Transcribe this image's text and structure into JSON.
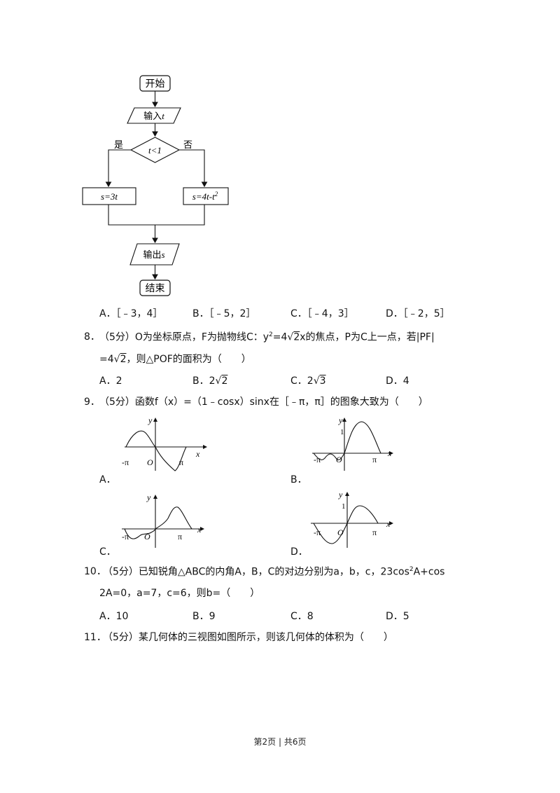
{
  "flowchart": {
    "start": "开始",
    "input": "输入",
    "input_var": "t",
    "cond": "t<1",
    "yes": "是",
    "no": "否",
    "yes_formula": "s=3t",
    "no_formula": "s=4t-t",
    "no_formula_exp": "2",
    "output": "输出",
    "output_var": "s",
    "end": "结束"
  },
  "q7_options": [
    {
      "label": "A．",
      "text": "［﹣3，4］"
    },
    {
      "label": "B．",
      "text": "［﹣5，2］"
    },
    {
      "label": "C．",
      "text": "［﹣4，3］"
    },
    {
      "label": "D．",
      "text": "［﹣2，5］"
    }
  ],
  "q8": {
    "number": "8．",
    "line1_a": "（5分）O为坐标原点，F为抛物线C：y",
    "line1_sup": "2",
    "line1_b": "=4",
    "line1_rad": "2",
    "line1_c": "x的焦点，P为C上一点，若|PF|",
    "line2_a": "=4",
    "line2_rad": "2",
    "line2_b": "，则△POF的面积为（　　）",
    "options": [
      {
        "label": "A．",
        "pre": "2",
        "rad": ""
      },
      {
        "label": "B．",
        "pre": "2",
        "rad": "2"
      },
      {
        "label": "C．",
        "pre": "2",
        "rad": "3"
      },
      {
        "label": "D．",
        "pre": "4",
        "rad": ""
      }
    ]
  },
  "q9": {
    "number": "9．",
    "text": "（5分）函数f（x）=（1﹣cosx）sinx在［﹣π，π］的图象大致为（　　）",
    "graph_labels": {
      "y": "y",
      "x": "x",
      "one": "1",
      "origin": "O",
      "neg_pi": "-π",
      "pi": "π"
    },
    "options": [
      "A．",
      "B．",
      "C．",
      "D．"
    ]
  },
  "q10": {
    "number": "10．",
    "line1_a": "（5分）已知锐角△ABC的内角A，B，C的对边分别为a，b，c，23cos",
    "line1_sup": "2",
    "line1_b": "A+cos",
    "line2": "2A=0，a=7，c=6，则b=（　　）",
    "options": [
      {
        "label": "A．",
        "text": "10"
      },
      {
        "label": "B．",
        "text": "9"
      },
      {
        "label": "C．",
        "text": "8"
      },
      {
        "label": "D．",
        "text": "5"
      }
    ]
  },
  "q11": {
    "number": "11．",
    "text": "（5分）某几何体的三视图如图所示，则该几何体的体积为（　　）"
  },
  "footer": "第2页 | 共6页"
}
